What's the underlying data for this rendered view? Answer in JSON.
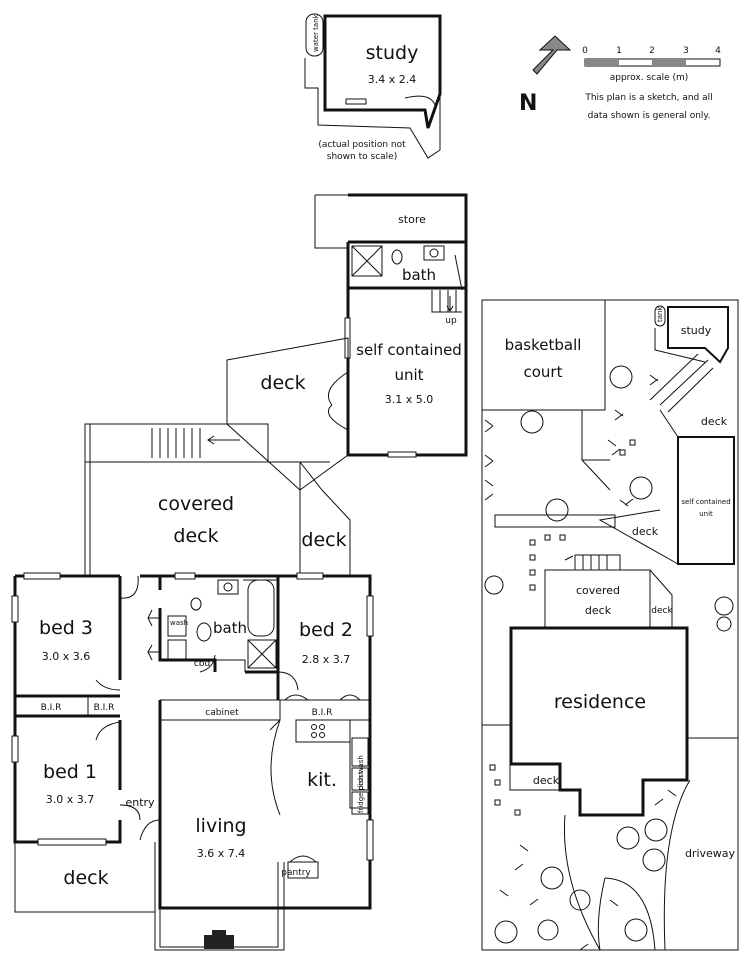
{
  "study_detail": {
    "title": "study",
    "dims": "3.4 x 2.4",
    "tank": "water tank",
    "note_line1": "(actual position not",
    "note_line2": "shown to scale)"
  },
  "legend": {
    "north": "N",
    "scale_ticks": [
      "0",
      "1",
      "2",
      "3",
      "4"
    ],
    "scale_label": "approx. scale (m)",
    "disclaimer_line1": "This plan is a sketch, and all",
    "disclaimer_line2": "data shown is general only."
  },
  "unit": {
    "store": "store",
    "bath": "bath",
    "up": "up",
    "title_line1": "self contained",
    "title_line2": "unit",
    "dims": "3.1 x 5.0",
    "deck": "deck"
  },
  "house": {
    "covered_deck_line1": "covered",
    "covered_deck_line2": "deck",
    "deck_right": "deck",
    "bed3": "bed 3",
    "bed3_dims": "3.0 x 3.6",
    "bed1": "bed 1",
    "bed1_dims": "3.0 x 3.7",
    "bed2": "bed 2",
    "bed2_dims": "2.8 x 3.7",
    "bath": "bath",
    "cbd": "cbd",
    "bir_left1": "B.I.R",
    "bir_left2": "B.I.R",
    "bir_right": "B.I.R",
    "cabinet": "cabinet",
    "kitchen": "kit.",
    "dishwasher": "dish wash",
    "fridge": "fridge pcost",
    "wash": "wash",
    "living": "living",
    "living_dims": "3.6 x 7.4",
    "pantry": "pantry",
    "entry": "entry",
    "deck_bottom": "deck"
  },
  "site": {
    "basketball_line1": "basketball",
    "basketball_line2": "court",
    "study": "study",
    "tank": "tank",
    "deck_top": "deck",
    "unit_line1": "self contained",
    "unit_line2": "unit",
    "deck_mid": "deck",
    "covered_line1": "covered",
    "covered_line2": "deck",
    "deck_small": "deck",
    "residence": "residence",
    "deck_bottom": "deck",
    "driveway": "driveway"
  }
}
